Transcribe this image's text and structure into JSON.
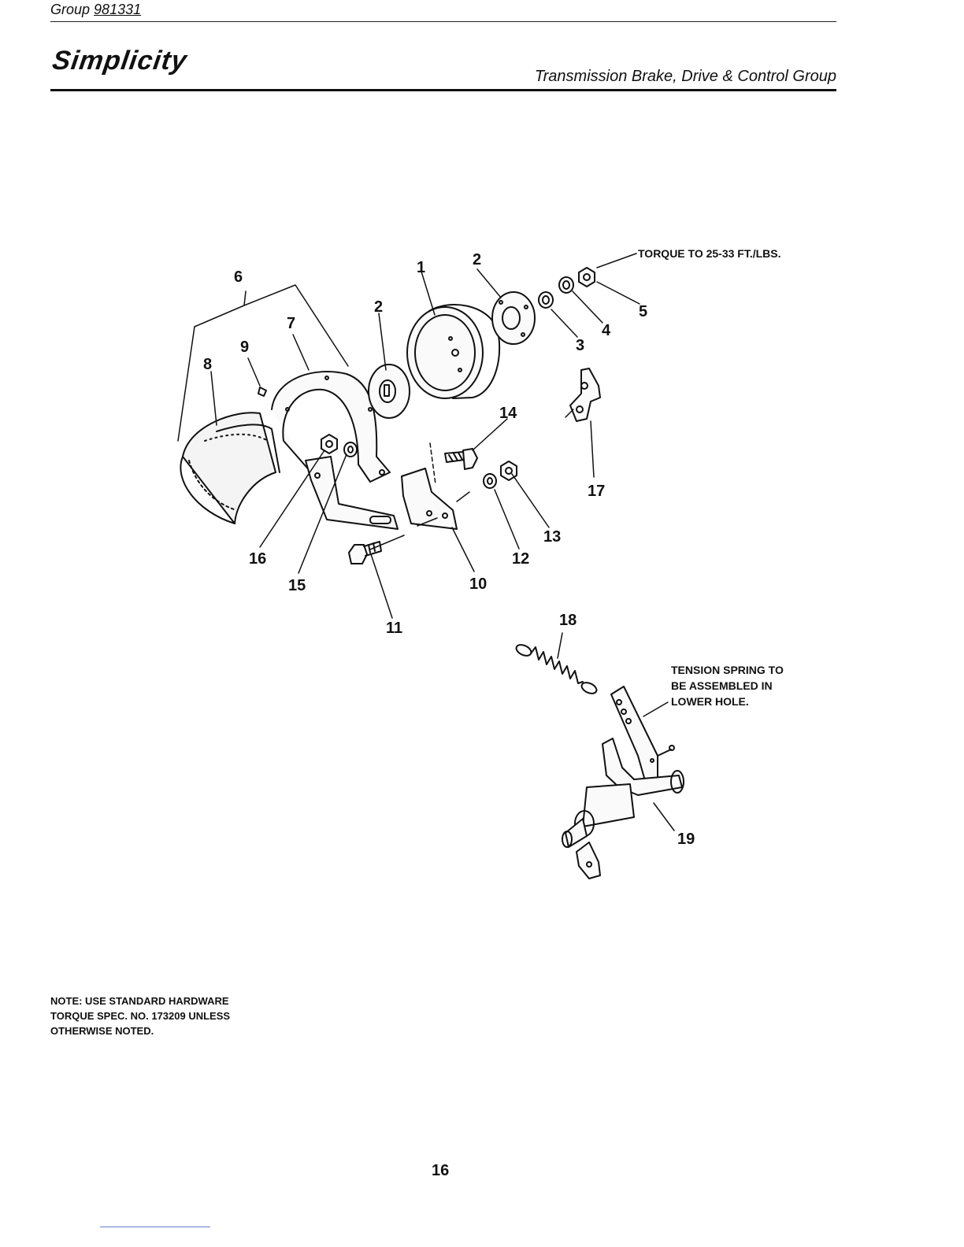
{
  "header": {
    "group_prefix": "Group",
    "group_number": "981331",
    "brand": "Simplicity",
    "section_title": "Transmission  Brake, Drive & Control Group"
  },
  "diagram": {
    "callouts": {
      "torque": "TORQUE TO 25-33 FT./LBS.",
      "spring_line1": "TENSION SPRING TO",
      "spring_line2": "BE ASSEMBLED IN",
      "spring_line3": "LOWER HOLE."
    },
    "part_numbers": [
      "1",
      "2",
      "2",
      "3",
      "4",
      "5",
      "6",
      "7",
      "8",
      "9",
      "10",
      "11",
      "12",
      "13",
      "14",
      "15",
      "16",
      "17",
      "18",
      "19"
    ]
  },
  "note": {
    "line1": "NOTE: USE STANDARD HARDWARE",
    "line2": "TORQUE SPEC. NO. 173209 UNLESS",
    "line3": "OTHERWISE NOTED."
  },
  "footer": {
    "page_number": "16"
  }
}
